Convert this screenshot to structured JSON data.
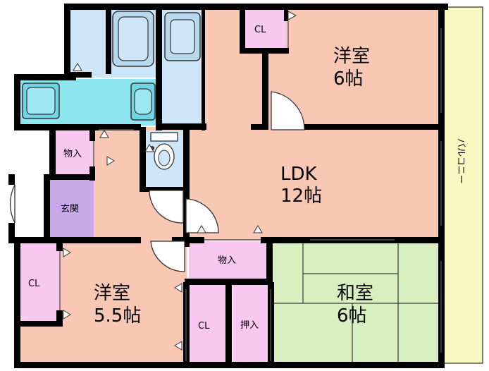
{
  "floorplan": {
    "rooms": {
      "western_room_6": {
        "name": "洋室",
        "size": "6帖"
      },
      "ldk": {
        "name": "LDK",
        "size": "12帖"
      },
      "western_room_55": {
        "name": "洋室",
        "size": "5.5帖"
      },
      "japanese_room": {
        "name": "和室",
        "size": "6帖"
      },
      "entrance": {
        "name": "玄関"
      }
    },
    "storage": {
      "cl_top": "CL",
      "cl_left": "CL",
      "cl_bottom": "CL",
      "monoire_entrance": "物入",
      "monoire_middle": "物入",
      "oshiire": "押入"
    },
    "balcony": "バルコニー"
  },
  "colors": {
    "western_room": "#f9c8b4",
    "ldk": "#f9c8b4",
    "japanese_room": "#d8f0c0",
    "closet": "#f8c8f0",
    "entrance": "#c8a8e8",
    "bathroom": "#cde6fa",
    "washroom": "#8ee6f0",
    "balcony": "#f8f8c0",
    "wall": "#000000"
  }
}
